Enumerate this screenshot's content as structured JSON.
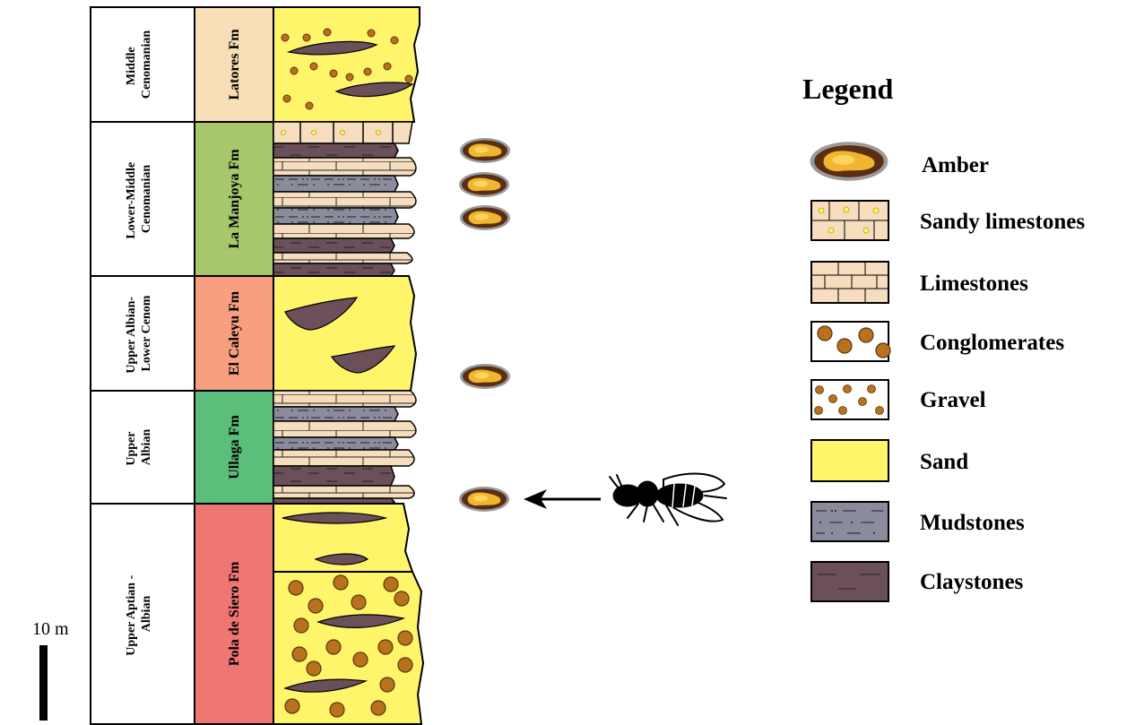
{
  "ages": [
    {
      "line1": "Middle",
      "line2": "Cenomanian"
    },
    {
      "line1": "Lower-Middle",
      "line2": "Cenomanian"
    },
    {
      "line1": "Upper Albian-",
      "line2": "Lower Cenom"
    },
    {
      "line1": "Upper",
      "line2": "Albian"
    },
    {
      "line1": "Upper Aptian -",
      "line2": "Albian"
    }
  ],
  "formations": [
    {
      "name": "Latores Fm",
      "color": "#F8DFB7"
    },
    {
      "name": "La Manjoya Fm",
      "color": "#A8C66C"
    },
    {
      "name": "El Caleyu Fm",
      "color": "#F79F7E"
    },
    {
      "name": "Ullaga Fm",
      "color": "#5BBE7B"
    },
    {
      "name": "Pola de Siero Fm",
      "color": "#F07674"
    }
  ],
  "legend": {
    "title": "Legend",
    "items": [
      {
        "label": "Amber",
        "pattern": "amber"
      },
      {
        "label": "Sandy limestones",
        "pattern": "sandy-limestone"
      },
      {
        "label": "Limestones",
        "pattern": "limestone"
      },
      {
        "label": "Conglomerates",
        "pattern": "conglomerate"
      },
      {
        "label": "Gravel",
        "pattern": "gravel"
      },
      {
        "label": "Sand",
        "pattern": "sand"
      },
      {
        "label": "Mudstones",
        "pattern": "mudstone"
      },
      {
        "label": "Claystones",
        "pattern": "claystone"
      }
    ]
  },
  "scale": {
    "label": "10 m"
  },
  "colors": {
    "sand": "#FFF56A",
    "limestone": "#F6DDBE",
    "mudstone": "#8B8B9E",
    "claystone": "#6B4F59",
    "pebble": "#B8721E",
    "amber": "#D9892A"
  }
}
